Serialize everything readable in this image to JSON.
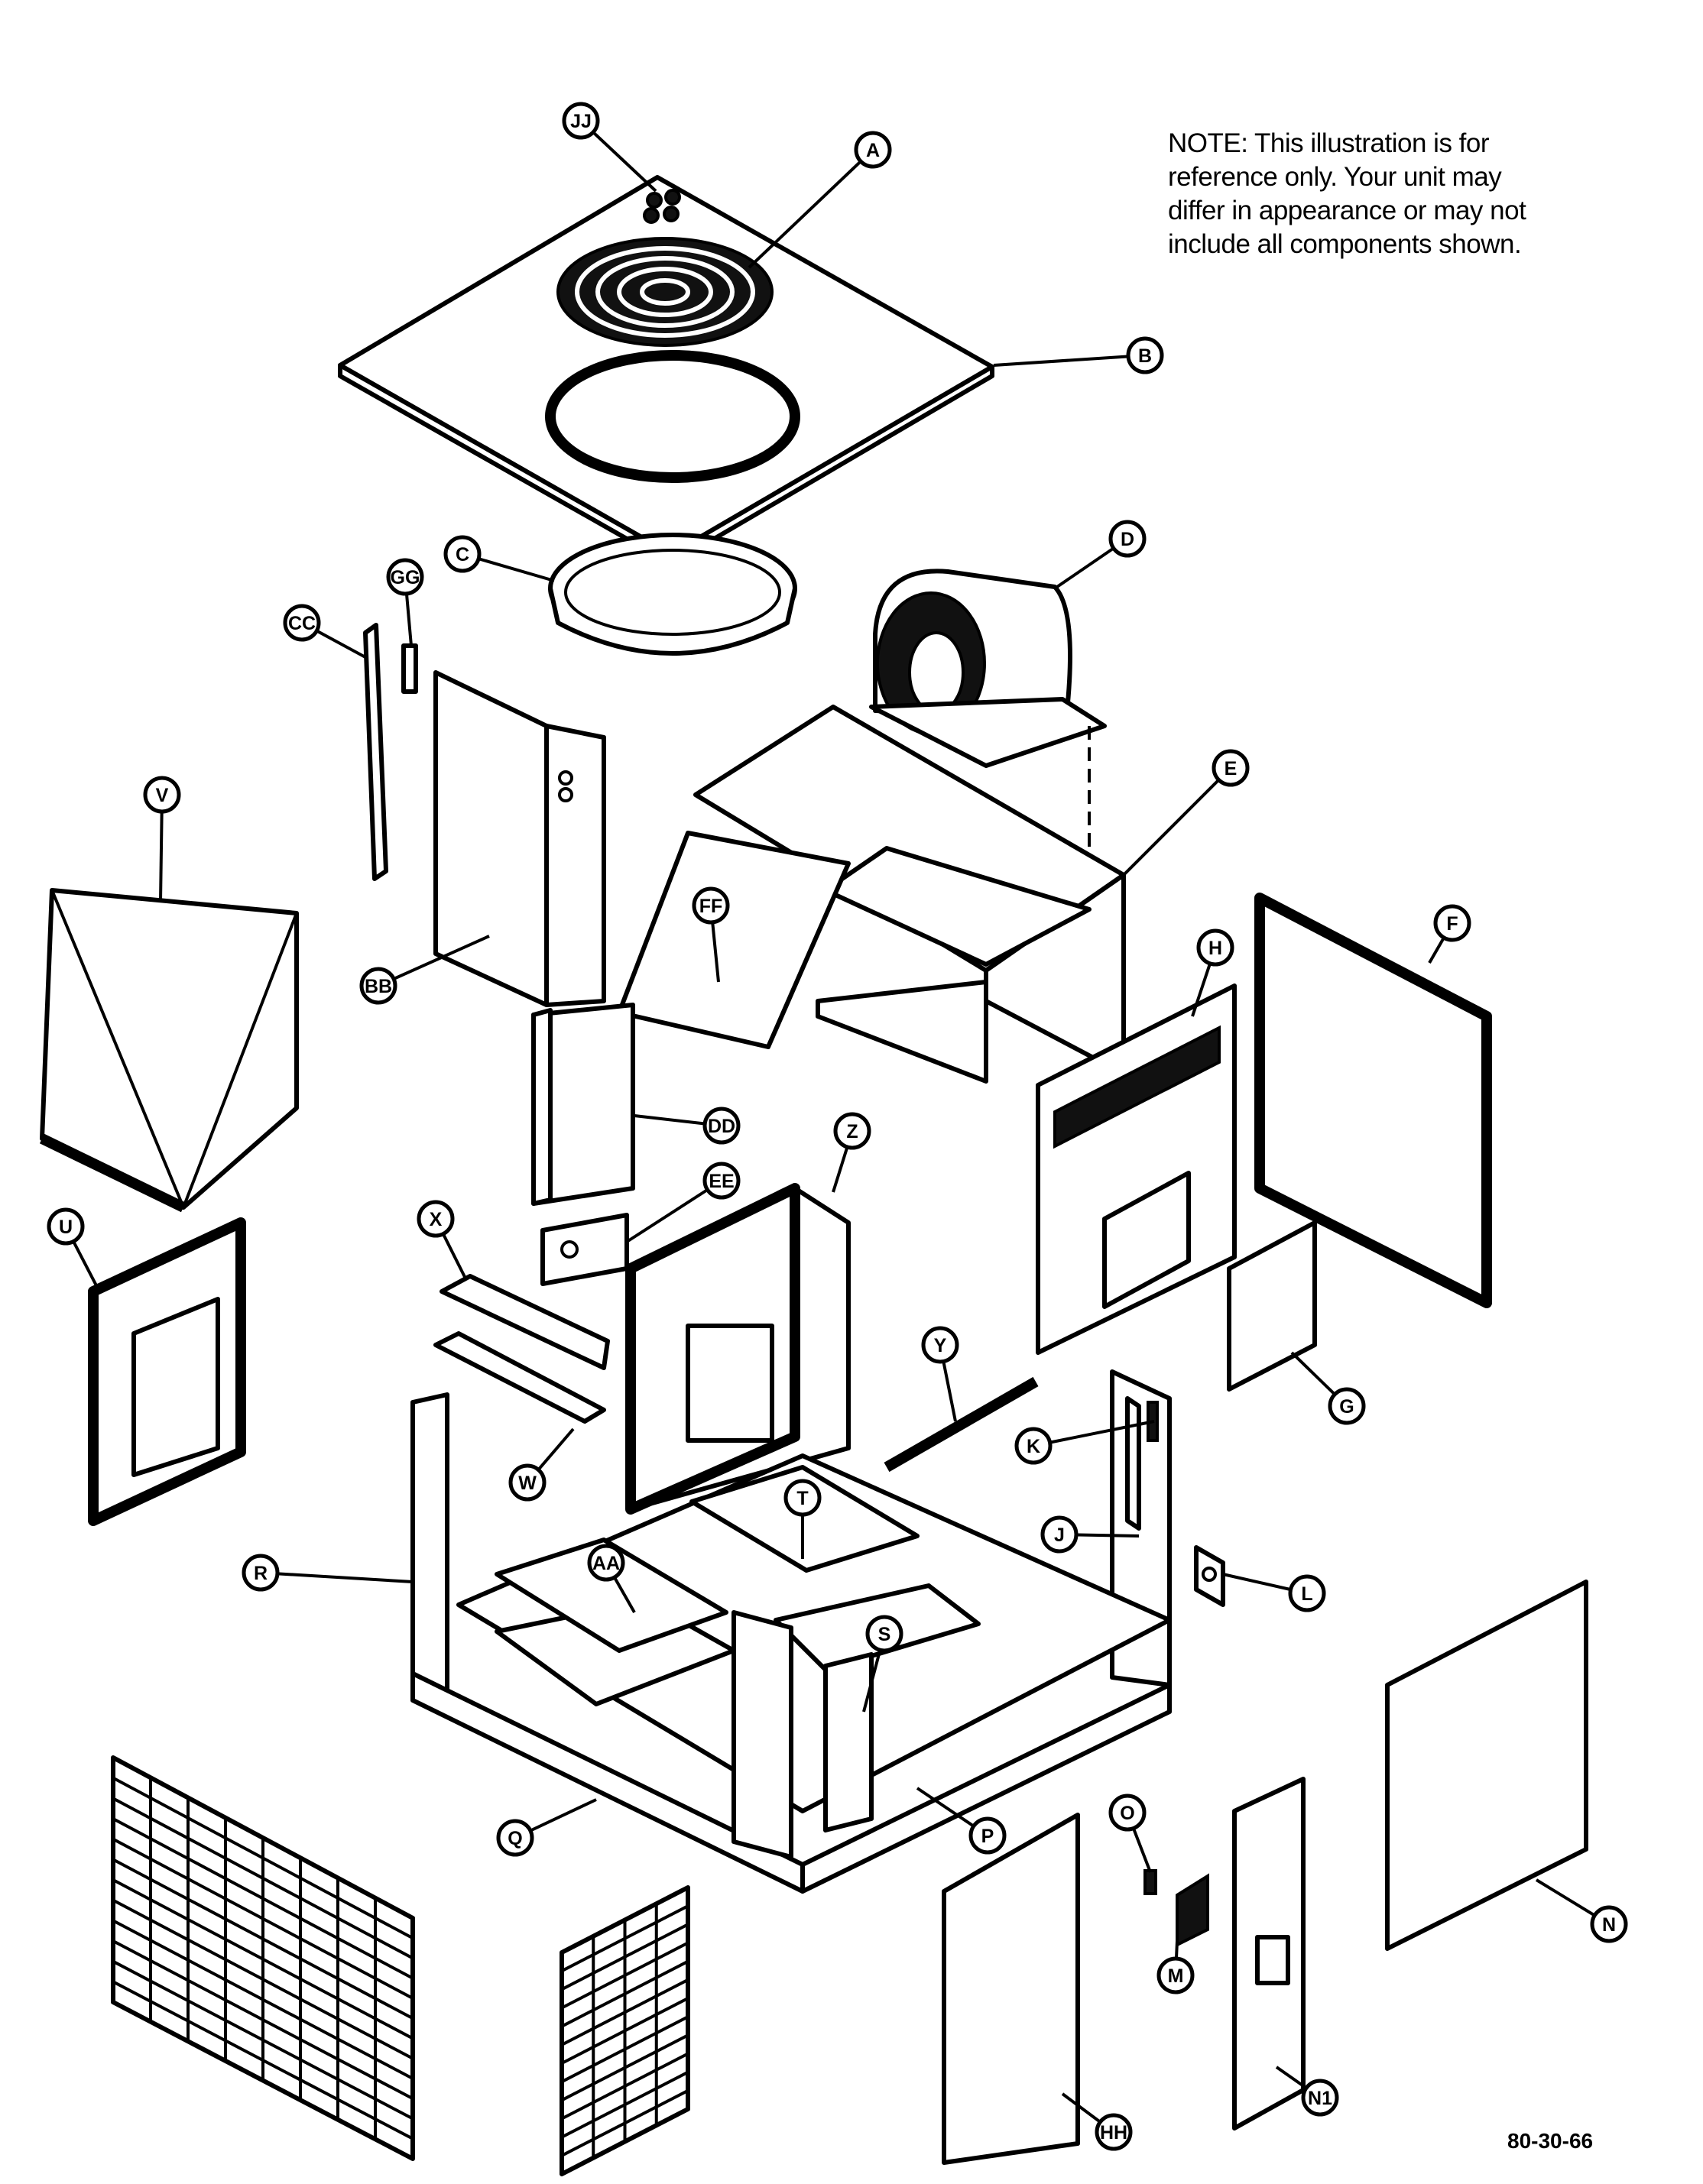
{
  "note": {
    "lines": [
      "NOTE:      This illustration is for",
      "reference only.    Your unit may",
      "differ in appearance or may not",
      "include all components shown."
    ]
  },
  "figure_code": "80-30-66",
  "callouts": [
    "JJ",
    "A",
    "B",
    "C",
    "D",
    "E",
    "F",
    "G",
    "H",
    "CC",
    "GG",
    "BB",
    "V",
    "FF",
    "DD",
    "EE",
    "Z",
    "U",
    "X",
    "Y",
    "W",
    "K",
    "J",
    "L",
    "R",
    "AA",
    "T",
    "S",
    "Q",
    "P",
    "O",
    "M",
    "N",
    "N1",
    "HH"
  ]
}
